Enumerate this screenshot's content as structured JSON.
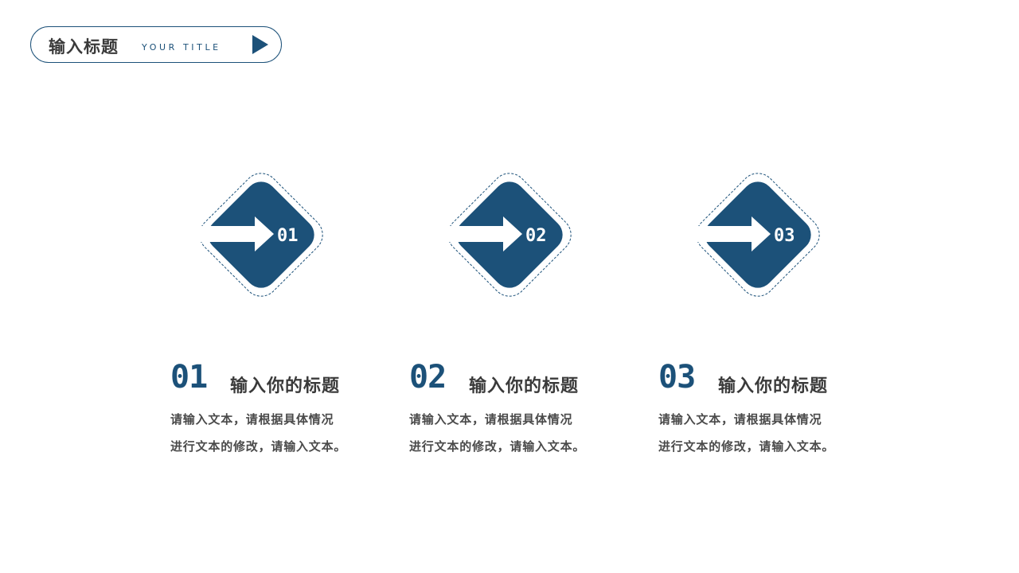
{
  "header": {
    "title": "输入标题",
    "subtitle": "YOUR TITLE"
  },
  "colors": {
    "accent": "#1c5179",
    "text": "#3a3a3a",
    "body_text": "#4a4a4a",
    "background": "#ffffff"
  },
  "items": [
    {
      "number": "01",
      "title": "输入你的标题",
      "line1": "请输入文本，请根据具体情况",
      "line2": "进行文本的修改，请输入文本。"
    },
    {
      "number": "02",
      "title": "输入你的标题",
      "line1": "请输入文本，请根据具体情况",
      "line2": "进行文本的修改，请输入文本。"
    },
    {
      "number": "03",
      "title": "输入你的标题",
      "line1": "请输入文本，请根据具体情况",
      "line2": "进行文本的修改，请输入文本。"
    }
  ]
}
